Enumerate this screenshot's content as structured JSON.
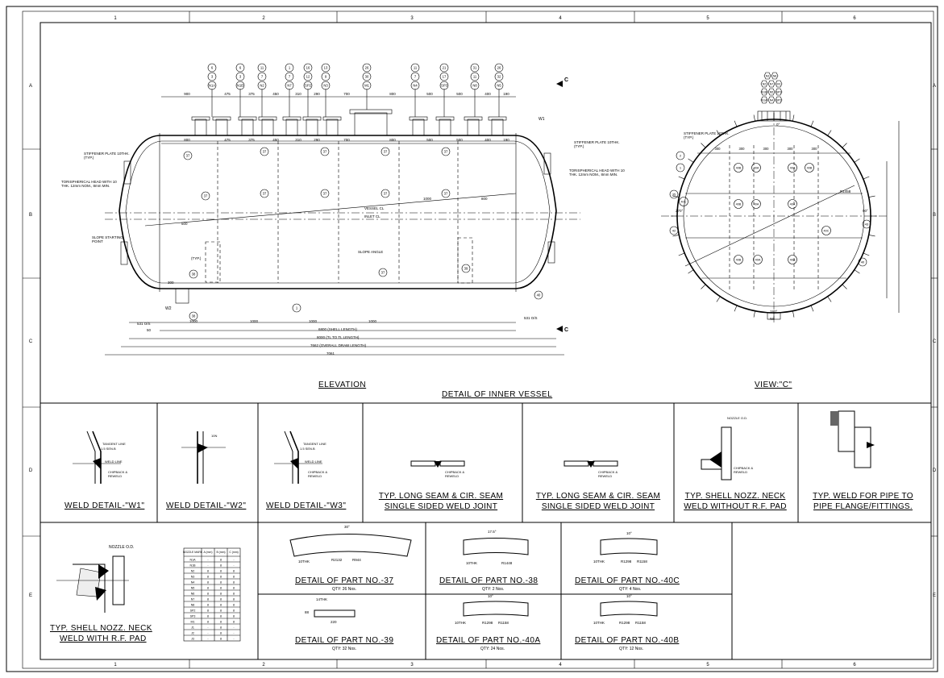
{
  "frame": {
    "col_labels": [
      "1",
      "2",
      "3",
      "4",
      "5",
      "6"
    ],
    "row_labels": [
      "A",
      "B",
      "C",
      "D",
      "E"
    ]
  },
  "elevation": {
    "title": "ELEVATION",
    "nozzle_bubbles": [
      [
        "6",
        "3",
        "N1A"
      ],
      [
        "6",
        "3",
        "N1B"
      ],
      [
        "11",
        "7",
        "N2"
      ],
      [
        "1",
        "7",
        "N7"
      ],
      [
        "16",
        "12",
        "SP2"
      ],
      [
        "13",
        "9",
        "N3"
      ],
      [
        "26",
        "30",
        "M1"
      ],
      [
        "11",
        "7",
        "N4"
      ],
      [
        "21",
        "17",
        "SP3"
      ],
      [
        "31",
        "11",
        "N8"
      ],
      [
        "26",
        "32",
        "N5"
      ]
    ],
    "top_dims": [
      "900",
      "475",
      "375",
      "450",
      "310",
      "290",
      "700",
      "800",
      "500",
      "500",
      "400",
      "190"
    ],
    "inner_dims": [
      "800",
      "475",
      "375",
      "450",
      "310",
      "290",
      "700",
      "800",
      "500",
      "500",
      "400",
      "190"
    ],
    "part_bubbles": [
      "37",
      "37",
      "37",
      "37",
      "37",
      "37",
      "37",
      "37",
      "37",
      "37",
      "37",
      "1",
      "38",
      "38",
      "39",
      "40"
    ],
    "labels": {
      "stiffener_left": "STIFFENER PLATE 10THK. (TYP.)",
      "stiffener_right": "STIFFENER PLATE 10THK. (TYP.)",
      "head_left": "TORISPHERICAL HEAD WITH 10 THK. 12mm NOM., 8mm MIN.",
      "head_right": "TORISPHERICAL HEAD WITH 10 THK. 12mm NOM., 8mm MIN.",
      "slope": "SLOPE STARTING POINT",
      "slope_angle": "SLOPE ANGLE",
      "vessel_cl": "VESSEL CL",
      "inlet_cl": "INLET CL",
      "w1": "W1",
      "w2": "W2",
      "typ": "(TYP.)"
    },
    "bottom_dims": {
      "shell_length": "6800 (SHELL LENGTH)",
      "tl_length": "8000 (TL TO TL LENGTH)",
      "overall": "7662 (OVERALL DRAW LENGTH)",
      "total": "7061",
      "seg1": "1000",
      "seg2": "1000",
      "seg3": "1000",
      "seg4": "1000",
      "left_off": "531 O/S",
      "right_off": "531 O/S",
      "dim_50": "50",
      "dim_300": "300",
      "dim_500": "500",
      "dim_1000": "1000",
      "dim_800": "800"
    },
    "view_marker": "C"
  },
  "inner_vessel_title": "DETAIL OF INNER VESSEL",
  "view_c": {
    "title": "VIEW:\"C\"",
    "top_bubbles": [
      [
        "N3",
        "N8"
      ],
      [
        "N2",
        "N7",
        "M1"
      ],
      [
        "N1B",
        "N5",
        "SP3"
      ],
      [
        "N1A",
        "N4",
        "SP2"
      ]
    ],
    "part_bubbles": [
      "40B",
      "40A",
      "40A",
      "40B",
      "40B",
      "40A",
      "40A",
      "40C",
      "40A",
      "40B",
      "40A",
      "40C"
    ],
    "side_bubbles": [
      "2",
      "1",
      "35",
      "42",
      "43",
      "40"
    ],
    "dims": [
      "300",
      "300",
      "300",
      "300",
      "300"
    ],
    "labels": {
      "stiffener": "STIFFENER PLATE 10THK. (TYP.)",
      "n6": "N6",
      "angle_top": "0°",
      "angle_right": "90°",
      "angle_left": "270°",
      "angle_bottom": "180°",
      "r1458": "R1458"
    }
  },
  "weld_details": [
    {
      "title": "WELD DETAIL-\"W1\"",
      "notes": [
        "TANGENT LINE",
        "1.5 SEN.B",
        "WELD LINE",
        "CHIPBACK & REWELD"
      ]
    },
    {
      "title": "WELD DETAIL-\"W2\"",
      "notes": [
        "10N"
      ]
    },
    {
      "title": "WELD DETAIL-\"W3\"",
      "notes": [
        "TANGENT LINE",
        "1.5 SEN.B",
        "WELD LINE",
        "CHIPBACK & REWELD"
      ]
    },
    {
      "title": "TYP. LONG SEAM & CIR. SEAM SINGLE SIDED WELD JOINT",
      "notes": [
        "CHIPBACK & REWELD"
      ]
    },
    {
      "title": "TYP. LONG SEAM & CIR. SEAM SINGLE SIDED WELD JOINT",
      "notes": [
        "CHIPBACK & REWELD"
      ]
    },
    {
      "title": "TYP. SHELL NOZZ. NECK WELD WITHOUT R.F. PAD",
      "notes": [
        "NOZZLE O.D.",
        "CHIPBACK & REWELD"
      ]
    },
    {
      "title": "TYP. WELD FOR PIPE TO PIPE FLANGE/FITTINGS.",
      "notes": []
    }
  ],
  "rf_pad_detail": {
    "title_line1": "TYP. SHELL NOZZ. NECK",
    "title_line2": "WELD WITH R.F. PAD",
    "label": "NOZZLE O.D."
  },
  "nozzle_table": {
    "headers": [
      "NOZZLE MARK",
      "A (mm)",
      "B (mm)",
      "C (mm)"
    ],
    "rows": [
      [
        "N1A",
        "-",
        "8",
        "-"
      ],
      [
        "N1B",
        "-",
        "8",
        "-"
      ],
      [
        "N2",
        "8",
        "8",
        "8"
      ],
      [
        "N3",
        "8",
        "8",
        "8"
      ],
      [
        "N4",
        "8",
        "8",
        "8"
      ],
      [
        "N5",
        "8",
        "8",
        "8"
      ],
      [
        "N6",
        "8",
        "8",
        "8"
      ],
      [
        "N7",
        "8",
        "8",
        "8"
      ],
      [
        "N8",
        "8",
        "8",
        "8"
      ],
      [
        "SP2",
        "8",
        "8",
        "8"
      ],
      [
        "SP3",
        "8",
        "8",
        "8"
      ],
      [
        "M1",
        "8",
        "8",
        "8"
      ],
      [
        "J1",
        "-",
        "8",
        "-"
      ],
      [
        "J2",
        "-",
        "8",
        "-"
      ],
      [
        "J3",
        "-",
        "8",
        "-"
      ]
    ]
  },
  "parts": [
    {
      "title": "DETAIL OF PART NO.-37",
      "qty": "QTY: 26 Nos."
    },
    {
      "title": "DETAIL OF PART NO.-38",
      "qty": "QTY: 2 Nos."
    },
    {
      "title": "DETAIL OF PART NO.-40C",
      "qty": "QTY: 4 Nos."
    },
    {
      "title": "DETAIL OF PART NO.-39",
      "qty": "QTY: 32 Nos."
    },
    {
      "title": "DETAIL OF PART NO.-40A",
      "qty": "QTY: 24 Nos."
    },
    {
      "title": "DETAIL OF PART NO.-40B",
      "qty": "QTY: 12 Nos."
    }
  ],
  "part_dims": {
    "p37_angle": "30°",
    "p37_thk": "10THK",
    "p37_r": "R2132",
    "p37_r2": "R944",
    "p38_angle": "17.5°",
    "p38_thk": "10THK",
    "p38_r": "R1448",
    "p39_thk": "14THK",
    "p39_w": "220",
    "p39_h": "88",
    "p40_angle": "10°",
    "p40_thk": "10THK",
    "p40_r1": "R1298",
    "p40_r2": "R1158"
  }
}
